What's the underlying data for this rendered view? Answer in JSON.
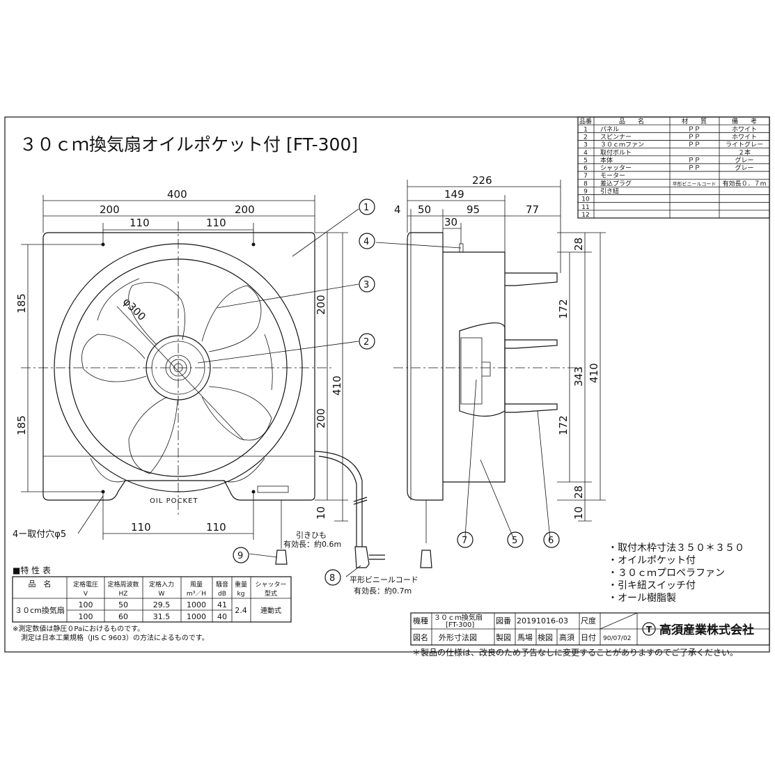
{
  "title": "３０ｃｍ換気扇オイルポケット付 [FT-300]",
  "front_view": {
    "dims": {
      "width_total": "400",
      "half_left": "200",
      "half_right": "200",
      "hole_left": "110",
      "hole_right": "110",
      "bottom_left": "110",
      "bottom_right": "110",
      "left_upper": "185",
      "left_lower": "185",
      "right_upper": "200",
      "right_lower": "200",
      "right_total": "410",
      "bottom_gap": "10"
    },
    "fan_label": "φ300",
    "oil_pocket_label": "OIL POCKET",
    "mount_hole_note": "4ー取付穴φ5",
    "pull_string_label": "引きひも",
    "pull_string_length": "有効長：約0.6m",
    "cord_label": "平形ビニールコード",
    "cord_length": "有効長：約0.7m"
  },
  "side_view": {
    "dims": {
      "depth_total": "226",
      "depth_mid": "149",
      "d4": "4",
      "d50": "50",
      "d95": "95",
      "d77": "77",
      "d30": "30",
      "top28": "28",
      "up172": "172",
      "low172": "172",
      "mid343": "343",
      "total410": "410",
      "bot28": "28",
      "bot10": "10"
    }
  },
  "callouts": [
    "1",
    "2",
    "3",
    "4",
    "5",
    "6",
    "7",
    "8",
    "9"
  ],
  "parts_table": {
    "headers": [
      "品番",
      "品　　名",
      "材　　質",
      "備　　考"
    ],
    "rows": [
      [
        "1",
        "パネル",
        "ＰＰ",
        "ホワイト"
      ],
      [
        "2",
        "スピンナー",
        "ＰＰ",
        "ホワイト"
      ],
      [
        "3",
        "３０ｃｍファン",
        "ＰＰ",
        "ライトグレー"
      ],
      [
        "4",
        "取付ボルト",
        "",
        "２本"
      ],
      [
        "5",
        "本体",
        "ＰＰ",
        "グレー"
      ],
      [
        "6",
        "シャッター",
        "ＰＰ",
        "グレー"
      ],
      [
        "7",
        "モーター",
        "",
        ""
      ],
      [
        "8",
        "差込プラグ",
        "平形ビニールコード",
        "有効長０．７m"
      ],
      [
        "9",
        "引き紐",
        "",
        ""
      ],
      [
        "10",
        "",
        "",
        ""
      ],
      [
        "11",
        "",
        "",
        ""
      ],
      [
        "12",
        "",
        "",
        ""
      ]
    ]
  },
  "features": [
    "・取付木枠寸法３５０＊３５０",
    "・オイルポケット付",
    "・３０ｃｍプロペラファン",
    "・引キ紐スイッチ付",
    "・オール樹脂製"
  ],
  "spec_table": {
    "title": "■特 性 表",
    "headers": [
      [
        "品　名",
        ""
      ],
      [
        "定格電圧",
        "V"
      ],
      [
        "定格周波数",
        "HZ"
      ],
      [
        "定格入力",
        "W"
      ],
      [
        "風量",
        "m³／H"
      ],
      [
        "騒音",
        "dB"
      ],
      [
        "重量",
        "kg"
      ],
      [
        "シャッター",
        "型式"
      ]
    ],
    "product": "３０cm換気扇",
    "rows": [
      [
        "100",
        "50",
        "29.5",
        "1000",
        "41"
      ],
      [
        "100",
        "60",
        "31.5",
        "1000",
        "40"
      ]
    ],
    "weight": "2.4",
    "shutter": "連動式",
    "notes": [
      "※測定数値は静圧０Paにおけるものです。",
      "測定は日本工業規格（JIS C 9603）の方法によるものです。"
    ]
  },
  "title_block": {
    "kishu_label": "機種",
    "kishu_value_1": "３０ｃｍ換気扇",
    "kishu_value_2": "[FT-300]",
    "zuban_label": "図番",
    "zuban_value": "20191016-03",
    "shakudo_label": "尺度",
    "zumei_label": "図名",
    "zumei_value": "外形寸法図",
    "seizu_label": "製図",
    "seizu_value": "馬場",
    "kenzu_label": "検図",
    "kenzu_value": "高須",
    "hizuke_label": "日付",
    "hizuke_value": "90/07/02",
    "company": "高須産業株式会社",
    "logo_text": "T"
  },
  "disclaimer": "＊製品の仕様は、改良のため予告なしに変更することがありますのでご了承ください。"
}
